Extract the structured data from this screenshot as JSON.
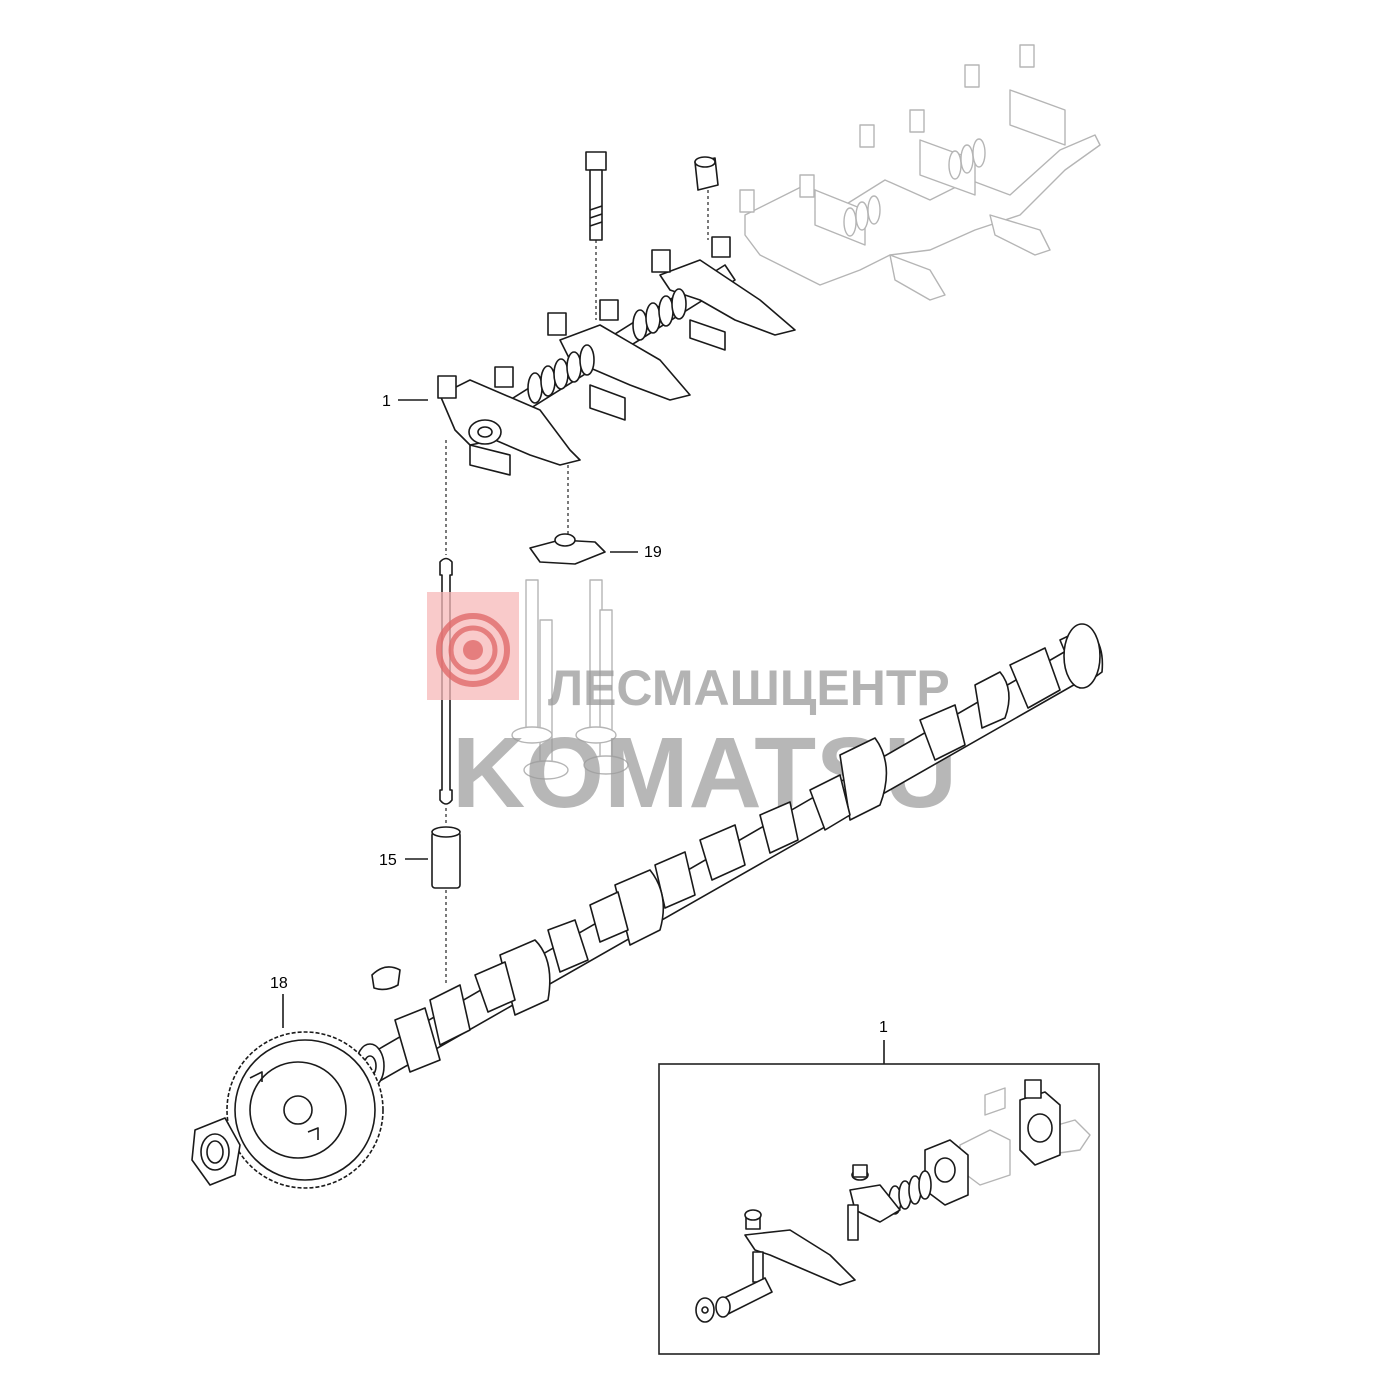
{
  "diagram": {
    "callouts": {
      "rocker_assembly": "1",
      "bridge": "19",
      "tappet": "15",
      "gear": "18",
      "inset": "1"
    }
  },
  "watermark": {
    "company": "ЛЕСМАШЦЕНТР",
    "brand": "KOMATSU",
    "logo_color": "#f08080",
    "text_color": "#9a9a9a"
  }
}
